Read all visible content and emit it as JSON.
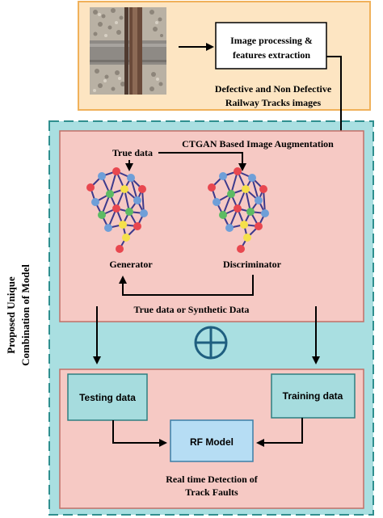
{
  "input_section": {
    "photo_caption_line1": "Defective and Non Defective",
    "photo_caption_line2": "Railway Tracks images",
    "processing_box_line1": "Image processing &",
    "processing_box_line2": "features extraction"
  },
  "side_label": {
    "line1": "Proposed Unique",
    "line2": "Combination of Model"
  },
  "augmentation": {
    "title": "CTGAN Based Image Augmentation",
    "true_data_label": "True data",
    "generator_label": "Generator",
    "discriminator_label": "Discriminator",
    "output_label": "True data or Synthetic Data"
  },
  "detection": {
    "testing_box": "Testing data",
    "training_box": "Training data",
    "model_box": "RF Model",
    "caption_line1": "Real time Detection of",
    "caption_line2": "Track Faults"
  },
  "colors": {
    "input_panel": "#fde5c2",
    "input_border": "#f0b15a",
    "outer_panel": "#a9dfe1",
    "outer_border": "#2f8f8f",
    "inner_panel": "#f6c9c4",
    "inner_border": "#c07068",
    "box_teal": "#a6dcde",
    "box_blue": "#b6ddf4",
    "node_red": "#e8474f",
    "node_blue": "#6f9fd8",
    "node_green": "#5dbb63",
    "node_yellow": "#f5e04a",
    "edge_purple": "#3d3a8c"
  }
}
